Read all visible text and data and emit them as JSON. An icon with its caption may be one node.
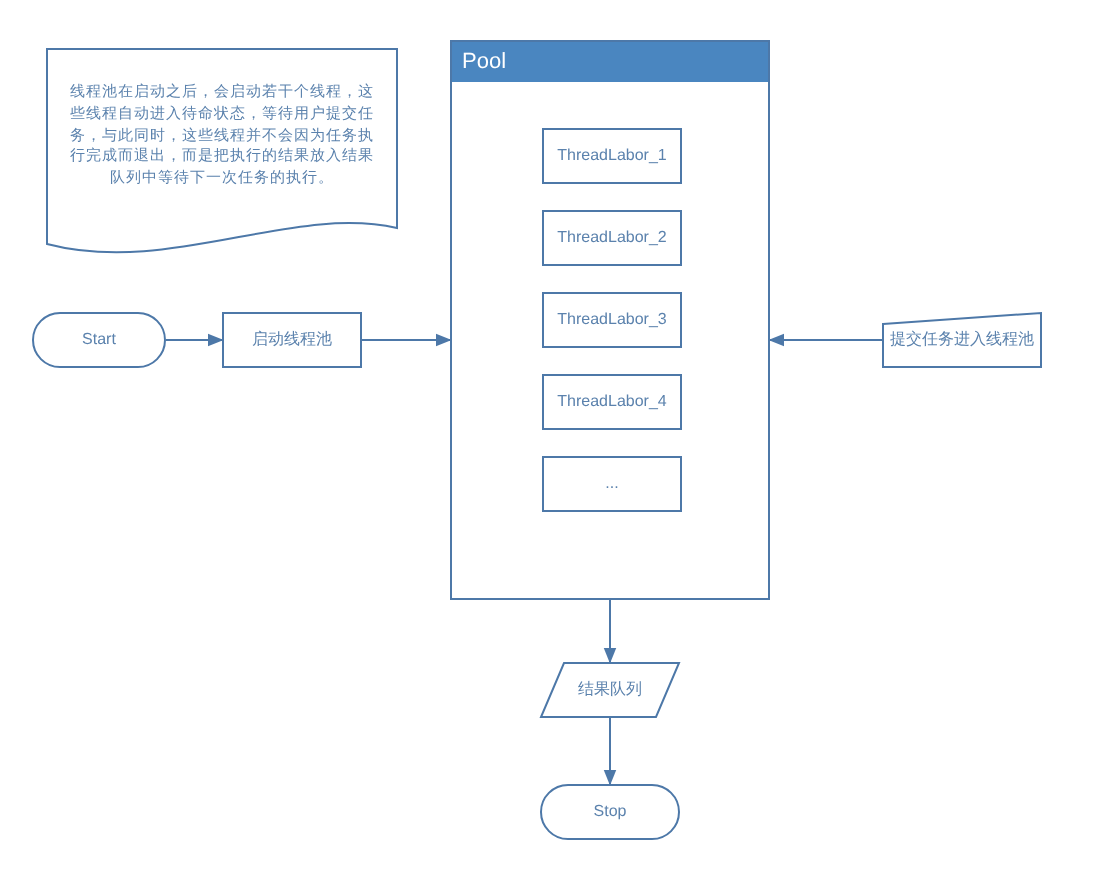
{
  "diagram": {
    "nodes": [
      {
        "text": [
          "线程池在启动之后，会启动若干个线程，这些线程自动进入待命状态，等待用户提交任务，与此同时，这些线程并不会因为任务执行完成而退出，而是把执行的结果放入结果队列中等待下一次任务的执行。"
        ]
      },
      {
        "text": [
          "Pool"
        ]
      },
      {
        "text": [
          "ThreadLabor_1"
        ],
        "in": 1
      },
      {
        "text": [
          "ThreadLabor_2"
        ],
        "in": 1
      },
      {
        "text": [
          "ThreadLabor_3"
        ],
        "in": 1
      },
      {
        "text": [
          "ThreadLabor_4"
        ],
        "in": 1
      },
      {
        "text": [
          "..."
        ],
        "in": 1
      },
      {
        "text": [
          "Start"
        ]
      },
      {
        "text": [
          "启动线程池"
        ]
      },
      {
        "text": [
          "提交任务进入线程池"
        ]
      },
      {
        "text": [
          "结果队列"
        ]
      },
      {
        "text": [
          "Stop"
        ]
      }
    ],
    "edges": [
      {
        "from": 7,
        "to": 8,
        "arrow": "to"
      },
      {
        "from": 8,
        "to": 1,
        "arrow": "to"
      },
      {
        "from": 9,
        "to": 1,
        "arrow": "to"
      },
      {
        "from": 1,
        "to": 10,
        "arrow": "to"
      },
      {
        "from": 10,
        "to": 11,
        "arrow": "to"
      }
    ]
  }
}
